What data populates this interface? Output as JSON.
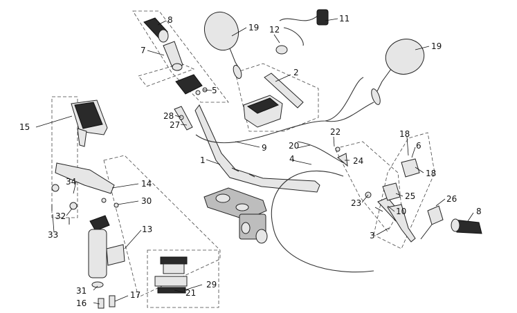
{
  "callouts": {
    "c1": "1",
    "c2": "2",
    "c3": "3",
    "c4": "4",
    "c5": "5",
    "c6": "6",
    "c7": "7",
    "c8a": "8",
    "c8b": "8",
    "c9": "9",
    "c10": "10",
    "c11": "11",
    "c12": "12",
    "c13": "13",
    "c14": "14",
    "c15": "15",
    "c16": "16",
    "c17": "17",
    "c18a": "18",
    "c18b": "18",
    "c19a": "19",
    "c19b": "19",
    "c20": "20",
    "c21": "21",
    "c22": "22",
    "c23": "23",
    "c24": "24",
    "c25": "25",
    "c26": "26",
    "c27": "27",
    "c28": "28",
    "c29": "29",
    "c30": "30",
    "c31": "31",
    "c32": "32",
    "c33": "33",
    "c34": "34"
  }
}
